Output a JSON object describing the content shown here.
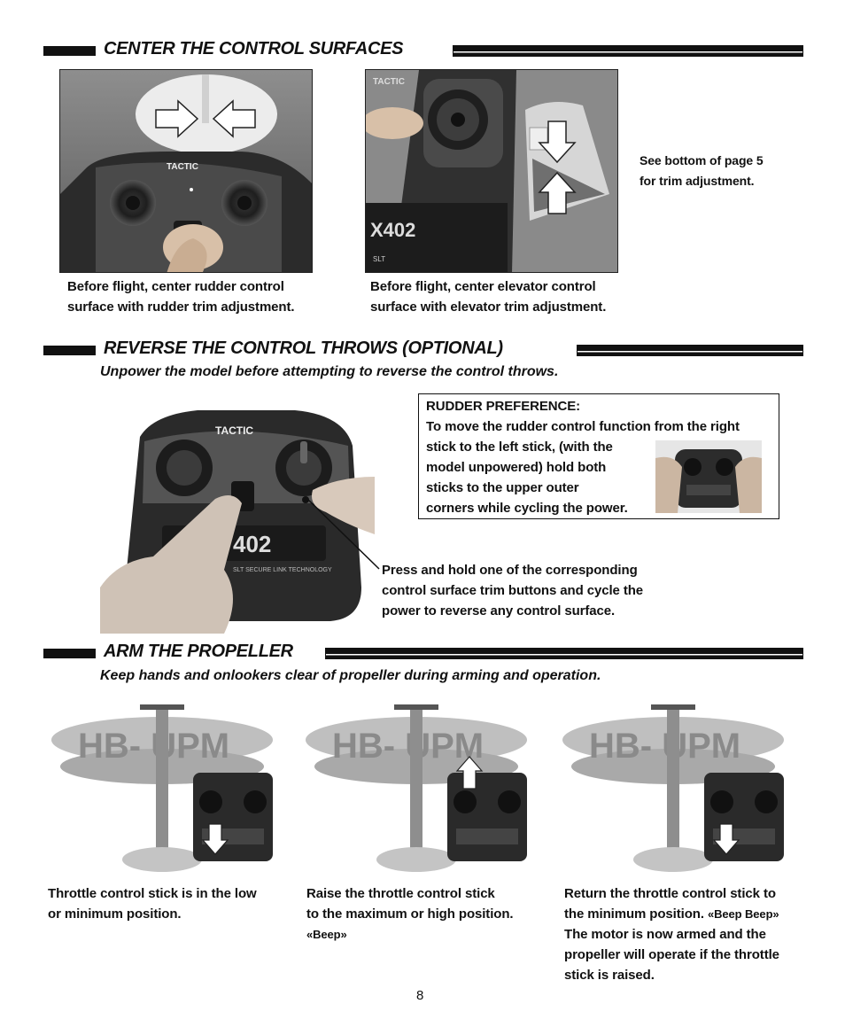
{
  "sections": {
    "center": {
      "title": "CENTER THE CONTROL SURFACES",
      "left_caption_1": "Before flight, center rudder control",
      "left_caption_2": "surface with rudder trim adjustment.",
      "right_caption_1": "Before flight, center elevator control",
      "right_caption_2": "surface with elevator trim adjustment.",
      "note_1": "See bottom of page 5",
      "note_2": "for trim adjustment.",
      "brand": "TACTIC",
      "model": "X402"
    },
    "reverse": {
      "title": "REVERSE  THE CONTROL THROWS  (OPTIONAL)",
      "subtitle": "Unpower the model before attempting to reverse the control throws.",
      "box_heading": "RUDDER PREFERENCE:",
      "box_line_1": "To move the rudder control function from the right",
      "box_line_2": "stick to the left stick, (with the",
      "box_line_3": "model unpowered) hold both",
      "box_line_4": "sticks to the upper outer",
      "box_line_5": "corners while cycling the power.",
      "callout_1": "Press and hold one of the corresponding",
      "callout_2": "control surface trim buttons and cycle the",
      "callout_3": "power to reverse any control surface.",
      "brand": "TACTIC",
      "model": "402",
      "slt": "SLT SECURE LINK TECHNOLOGY"
    },
    "arm": {
      "title": "ARM THE PROPELLER",
      "subtitle": "Keep hands and onlookers clear of propeller during arming and operation.",
      "registration": "HB-  UPM",
      "cap1_1": "Throttle control stick is in the low",
      "cap1_2": "or minimum position.",
      "cap2_1": "Raise the throttle control stick",
      "cap2_2": "to the maximum or high position.",
      "cap2_beep": "«Beep»",
      "cap3_1": "Return the throttle control stick to",
      "cap3_2": "the minimum position.",
      "cap3_beep": "«Beep Beep»",
      "cap3_3": "The motor is now armed and the",
      "cap3_4": "propeller will operate if the throttle",
      "cap3_5": "stick is raised."
    }
  },
  "page_number": "8"
}
